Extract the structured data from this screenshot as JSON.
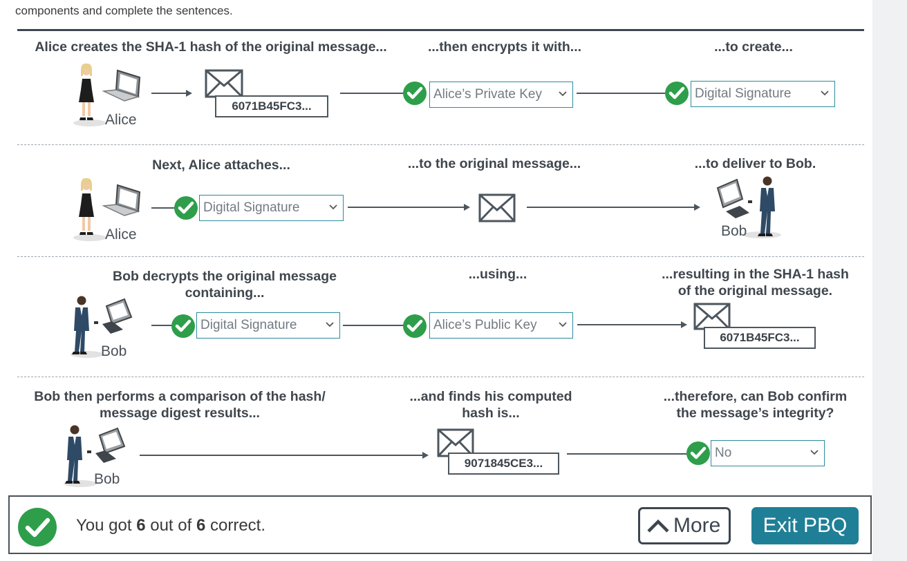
{
  "intro": "components and complete the sentences.",
  "rows": [
    {
      "h1": "Alice creates the SHA-1 hash of the original message...",
      "h2": "...then encrypts it with...",
      "h3": "...to create...",
      "person": "Alice",
      "hash": "6071B45FC3...",
      "select1": "Alice’s Private Key",
      "select2": "Digital Signature"
    },
    {
      "h1": "Next, Alice attaches...",
      "h2": "...to the original message...",
      "h3": "...to deliver to Bob.",
      "person": "Alice",
      "recipient": "Bob",
      "select1": "Digital Signature"
    },
    {
      "h1a": "Bob decrypts the original message",
      "h1b": "containing...",
      "h2": "...using...",
      "h3a": "...resulting in the SHA-1 hash",
      "h3b": "of the original message.",
      "person": "Bob",
      "select1": "Digital Signature",
      "select2": "Alice’s Public Key",
      "hash": "6071B45FC3..."
    },
    {
      "h1a": "Bob then performs a comparison of the hash/",
      "h1b": "message digest results...",
      "h2a": "...and finds his computed",
      "h2b": "hash is...",
      "h3a": "...therefore, can Bob confirm",
      "h3b": "the message’s integrity?",
      "person": "Bob",
      "hash": "9071845CE3...",
      "select1": "No"
    }
  ],
  "result": {
    "prefix": "You got ",
    "score": "6",
    "middle": " out of ",
    "total": "6",
    "suffix": " correct."
  },
  "buttons": {
    "more": "More",
    "exit": "Exit PBQ"
  },
  "colors": {
    "check": "#2e9e4a",
    "accent": "#1f7f96",
    "select_border": "#2b8b9b"
  }
}
